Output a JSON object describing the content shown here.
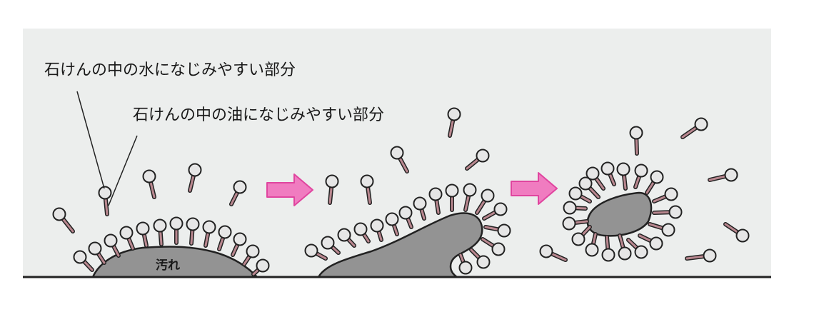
{
  "labels": {
    "hydrophilic": "石けんの中の水になじみやすい部分",
    "hydrophobic": "石けんの中の油になじみやすい部分",
    "stain": "汚れ"
  },
  "colors": {
    "panel": "#eceeed",
    "stain": "#939393",
    "tail": "#b9878f",
    "head": "#e6e6e6",
    "outline": "#222222",
    "arrow": "#f07cc0",
    "arrow_stroke": "#e0459f",
    "ground": "#222222"
  },
  "stages": [
    {
      "id": "stage-1",
      "description_hidden": true
    },
    {
      "id": "stage-2",
      "description_hidden": true
    },
    {
      "id": "stage-3",
      "description_hidden": true
    }
  ]
}
